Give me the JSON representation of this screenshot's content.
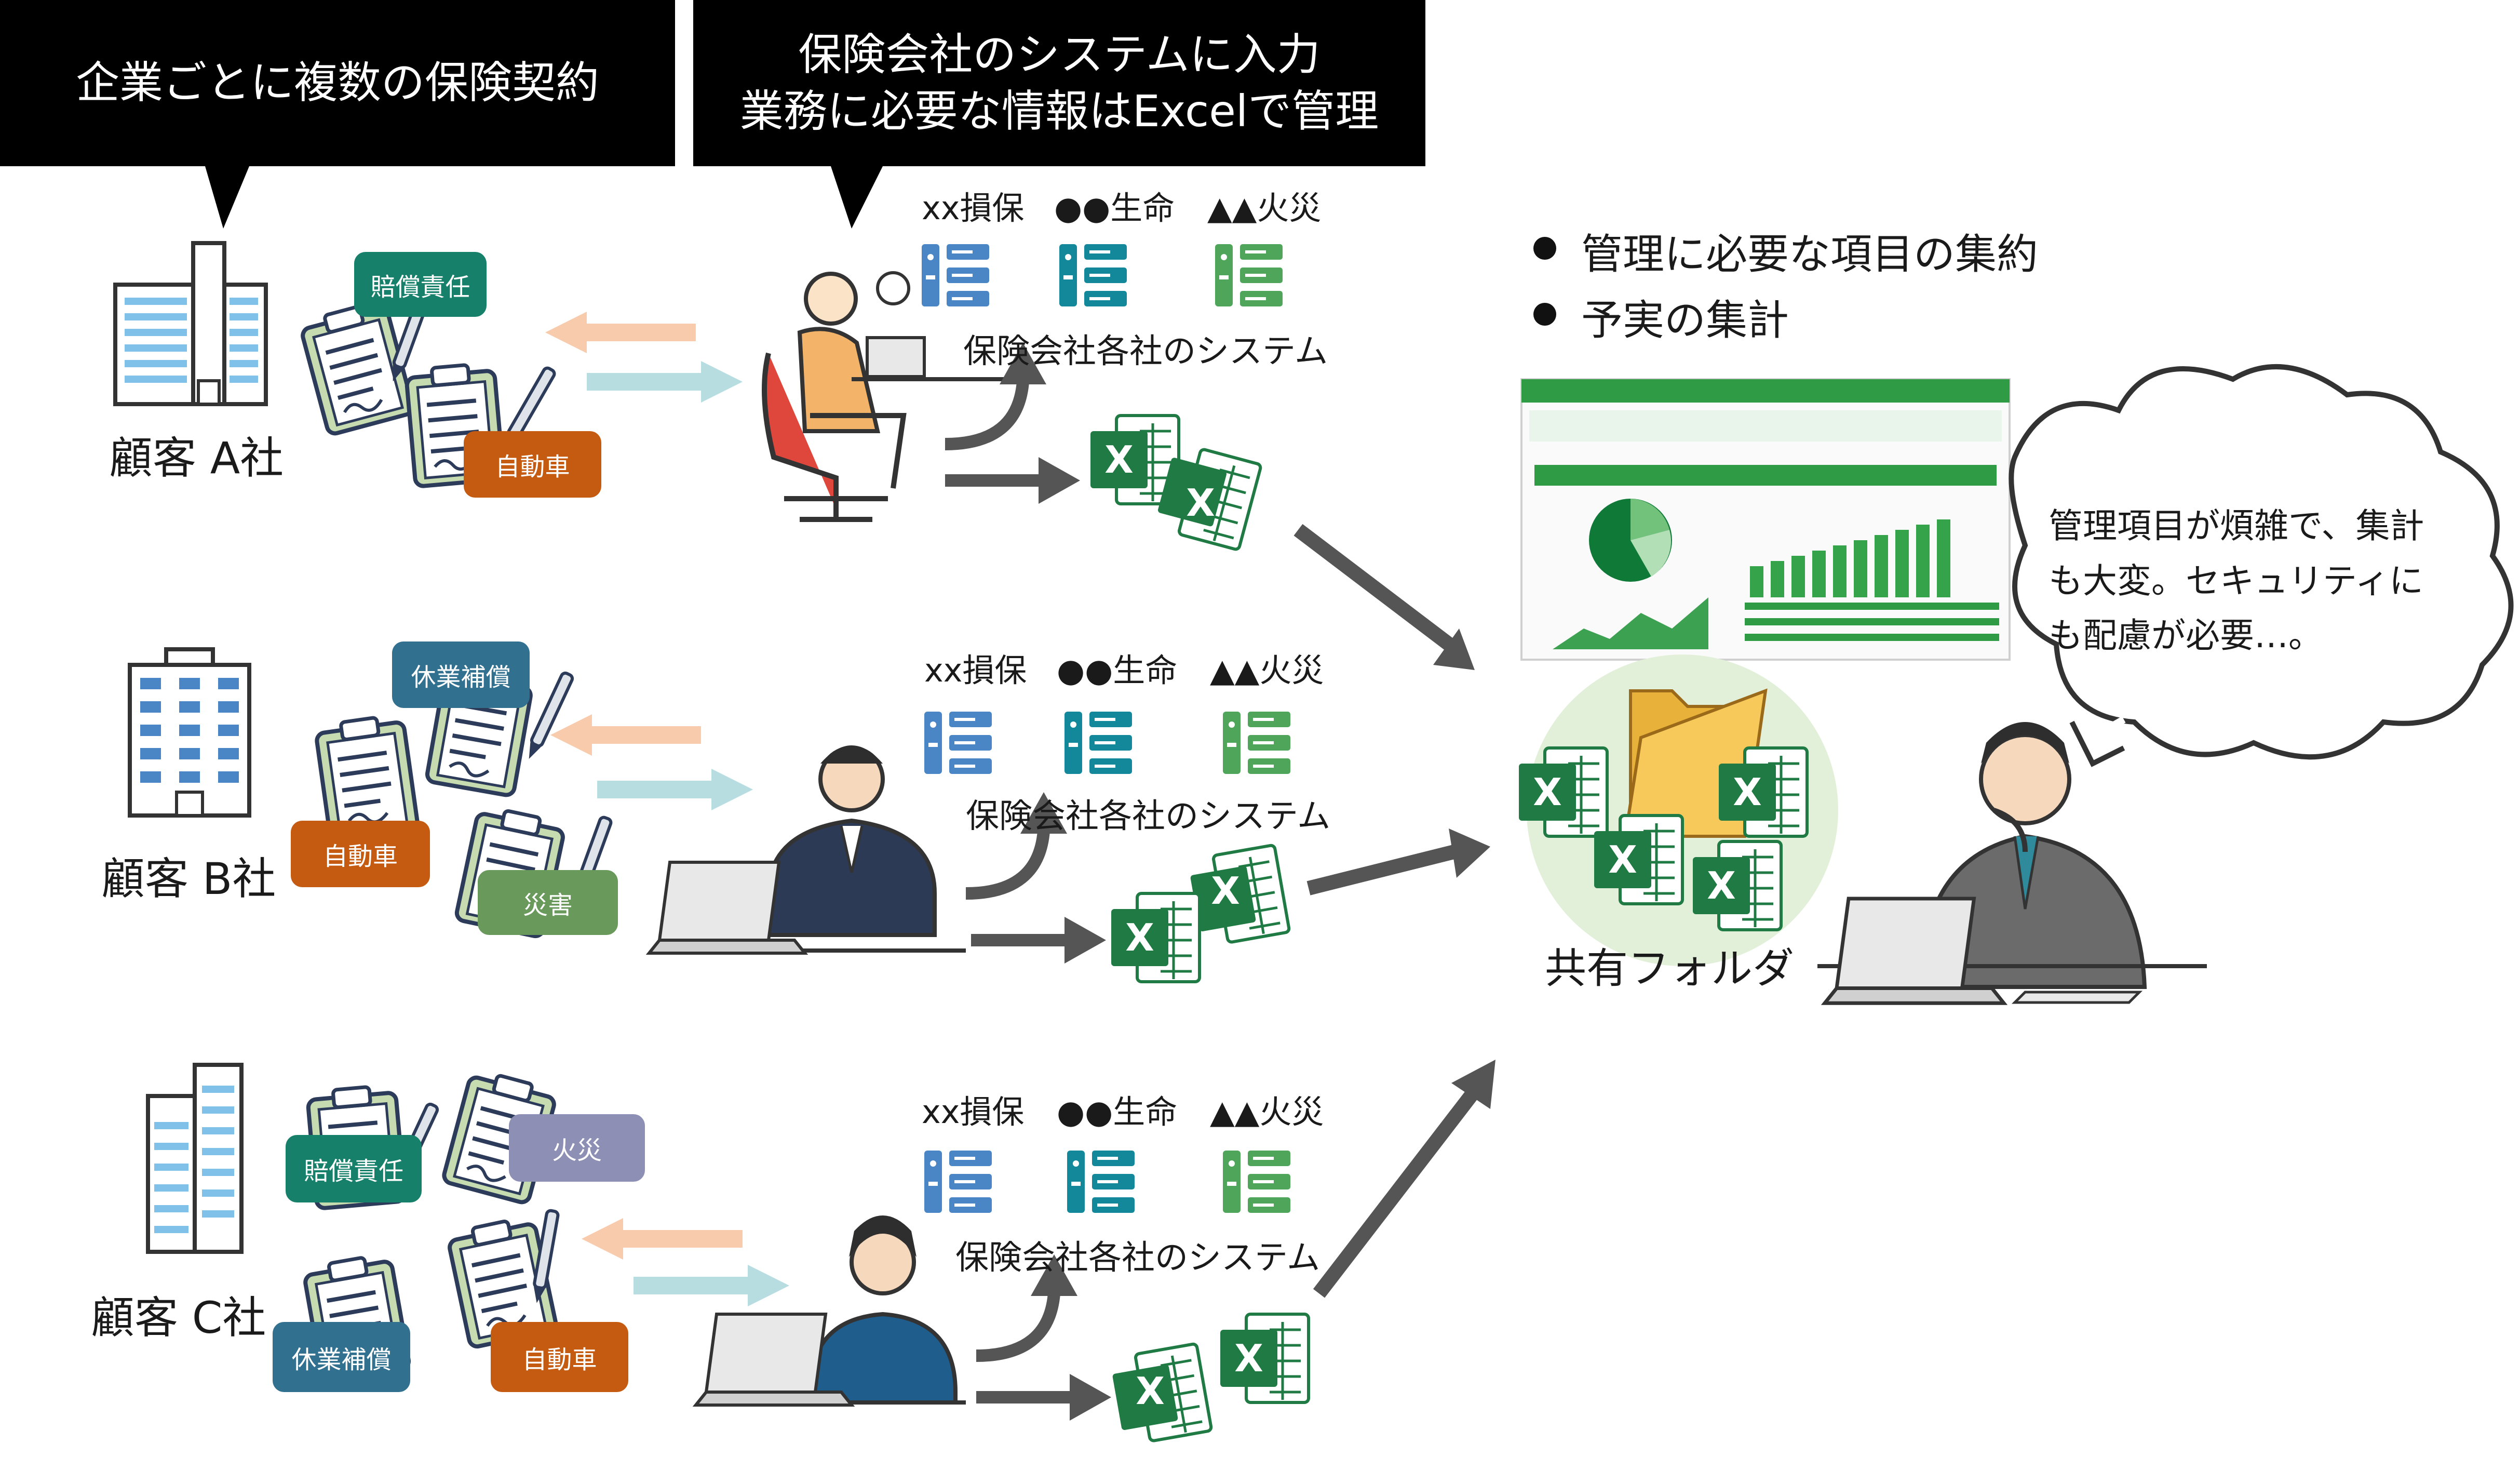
{
  "callouts": [
    {
      "id": "contracts",
      "lines": [
        "企業ごとに複数の保険契約"
      ]
    },
    {
      "id": "input",
      "lines": [
        "保険会社のシステムに入力",
        "業務に必要な情報はExcelで管理"
      ]
    }
  ],
  "rows": [
    {
      "customer": "顧客 A社",
      "insurers": {
        "a": "xx損保",
        "b": "●●生命",
        "c": "▲▲火災"
      },
      "system_label": "保険会社各社のシステム",
      "tags": [
        "賠償責任",
        "自動車"
      ]
    },
    {
      "customer": "顧客 B社",
      "insurers": {
        "a": "xx損保",
        "b": "●●生命",
        "c": "▲▲火災"
      },
      "system_label": "保険会社各社のシステム",
      "tags": [
        "休業補償",
        "自動車",
        "災害"
      ]
    },
    {
      "customer": "顧客 C社",
      "insurers": {
        "a": "xx損保",
        "b": "●●生命",
        "c": "▲▲火災"
      },
      "system_label": "保険会社各社のシステム",
      "tags": [
        "賠償責任",
        "火災",
        "休業補償",
        "自動車"
      ]
    }
  ],
  "bullets": [
    "管理に必要な項目の集約",
    "予実の集計"
  ],
  "shared_folder": "共有フォルダ",
  "cloud": {
    "lines": [
      "管理項目が煩雑で、集計",
      "も大変。セキュリティに",
      "も配慮が必要…。"
    ]
  },
  "excel_glyph": "X",
  "colors": {
    "tag_teal": "#17806b",
    "tag_orange": "#c55a11",
    "tag_steel": "#31708f",
    "tag_green": "#6a9a5b",
    "tag_lavender": "#8e8fb5",
    "arrow_left": "#f8cbad",
    "arrow_right": "#b7dde0",
    "arrow_dark": "#555555",
    "excel_green": "#1f7a43",
    "server_blue": "#4a86c5",
    "server_teal": "#12889a",
    "server_green": "#4fa55a"
  },
  "icons": [
    "office-building-icon",
    "clipboard-icon",
    "server-icon",
    "excel-file-icon",
    "office-worker-icon",
    "folder-icon",
    "spreadsheet-dashboard-icon",
    "speech-cloud-icon"
  ]
}
